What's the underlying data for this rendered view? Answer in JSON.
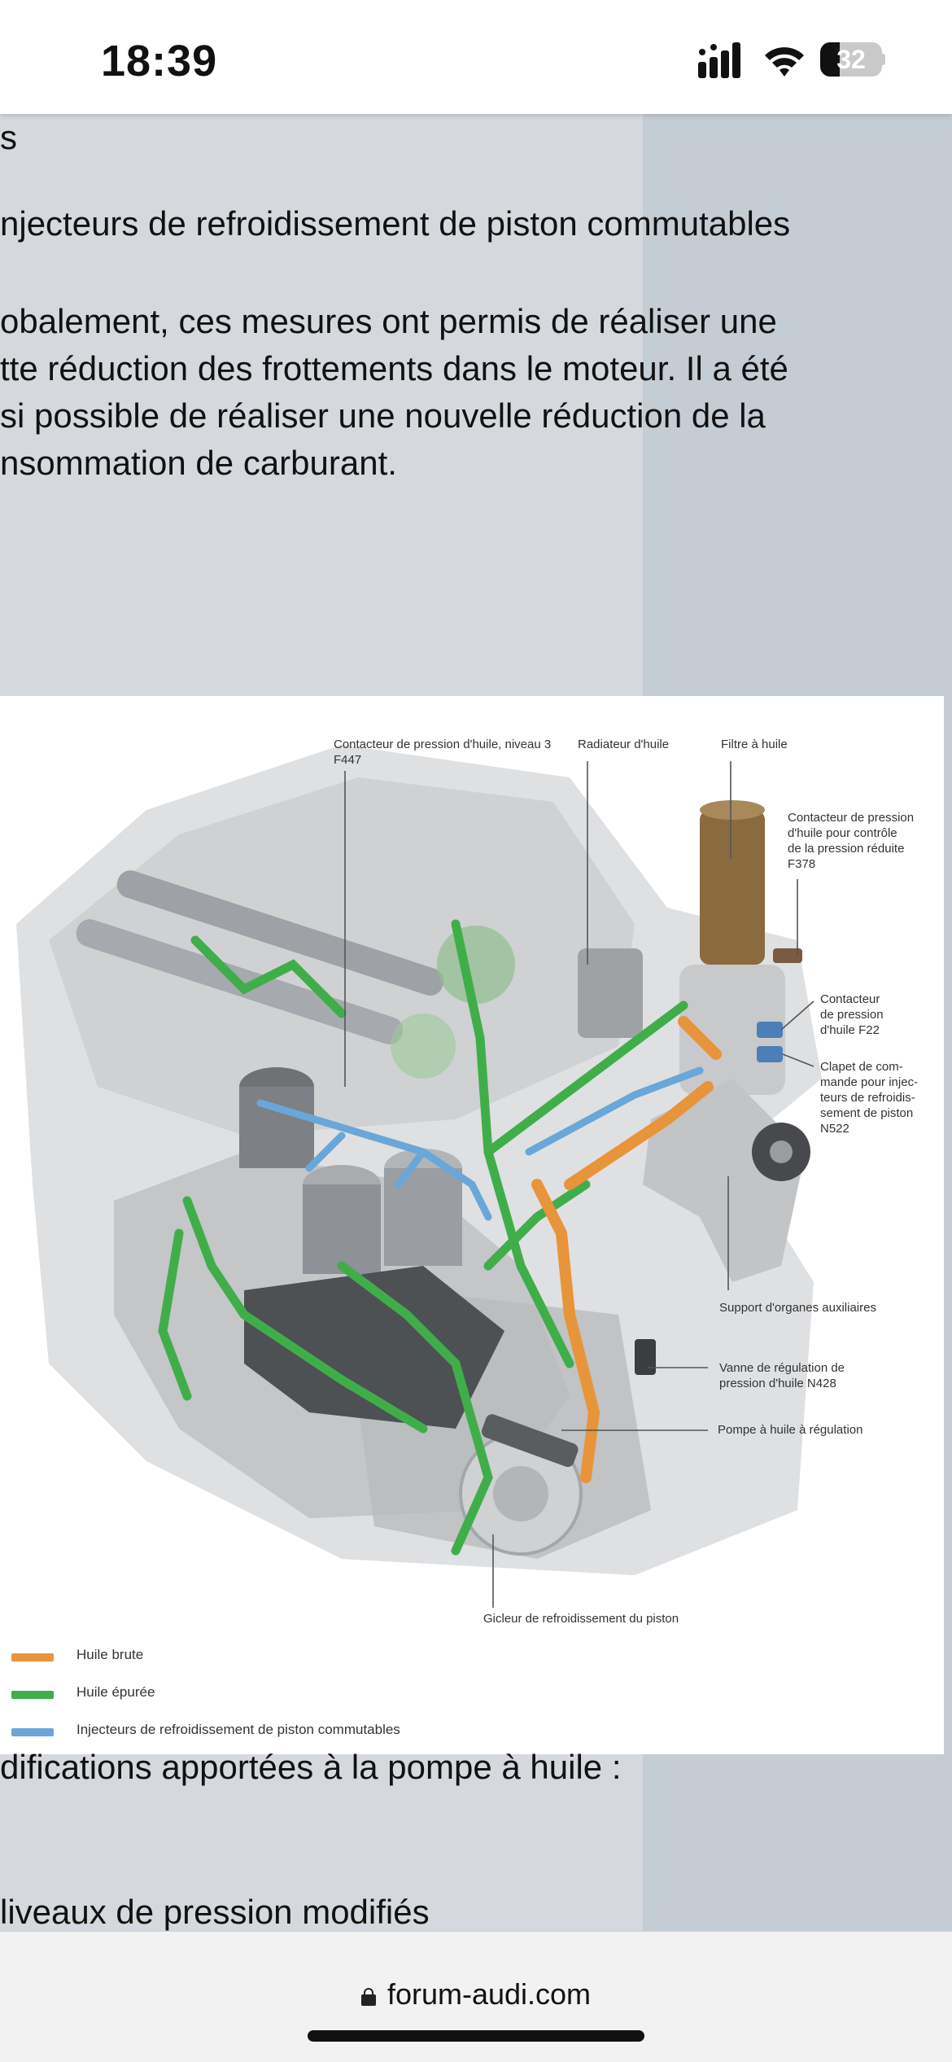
{
  "status_bar": {
    "time": "18:39",
    "battery_level": "32",
    "icons": [
      "cellular-signal-icon",
      "wifi-icon",
      "battery-icon"
    ]
  },
  "article": {
    "line1": "s",
    "line2": "njecteurs de refroidissement de piston commutables",
    "para_lines": [
      "obalement, ces mesures ont permis de réaliser une",
      "tte réduction des frottements dans le moteur. Il a été",
      "si possible de réaliser une nouvelle réduction de la",
      "nsommation de carburant."
    ],
    "line_after_figure": "difications apportées à la pompe à huile :",
    "line_last": "liveaux de pression modifiés"
  },
  "figure": {
    "callouts": {
      "pressure_switch_level3": "Contacteur de pression d'huile, niveau 3\nF447",
      "oil_cooler": "Radiateur d'huile",
      "oil_filter": "Filtre à huile",
      "reduced_pressure_switch": "Contacteur de pression\nd'huile pour contrôle\nde la pression réduite\nF378",
      "pressure_switch_f22": "Contacteur\nde pression\nd'huile F22",
      "control_valve": "Clapet de com-\nmande pour injec-\nteurs de refroidis-\nsement de piston\nN522",
      "aux_support": "Support d'organes auxiliaires",
      "regulation_valve": "Vanne de régulation de\npression d'huile N428",
      "oil_pump": "Pompe à huile à régulation",
      "piston_jet": "Gicleur de refroidissement du piston"
    },
    "legend": [
      {
        "label": "Huile brute",
        "color": "#e8943a"
      },
      {
        "label": "Huile épurée",
        "color": "#3fae4a"
      },
      {
        "label": "Injecteurs de refroidissement de piston commutables",
        "color": "#6aa7d8"
      }
    ]
  },
  "url_bar": {
    "domain": "forum-audi.com",
    "icon": "lock-icon"
  },
  "colors": {
    "page_bg": "#c9d1d8",
    "raw_oil": "#e8943a",
    "clean_oil": "#3fae4a",
    "piston_jets": "#6aa7d8"
  }
}
